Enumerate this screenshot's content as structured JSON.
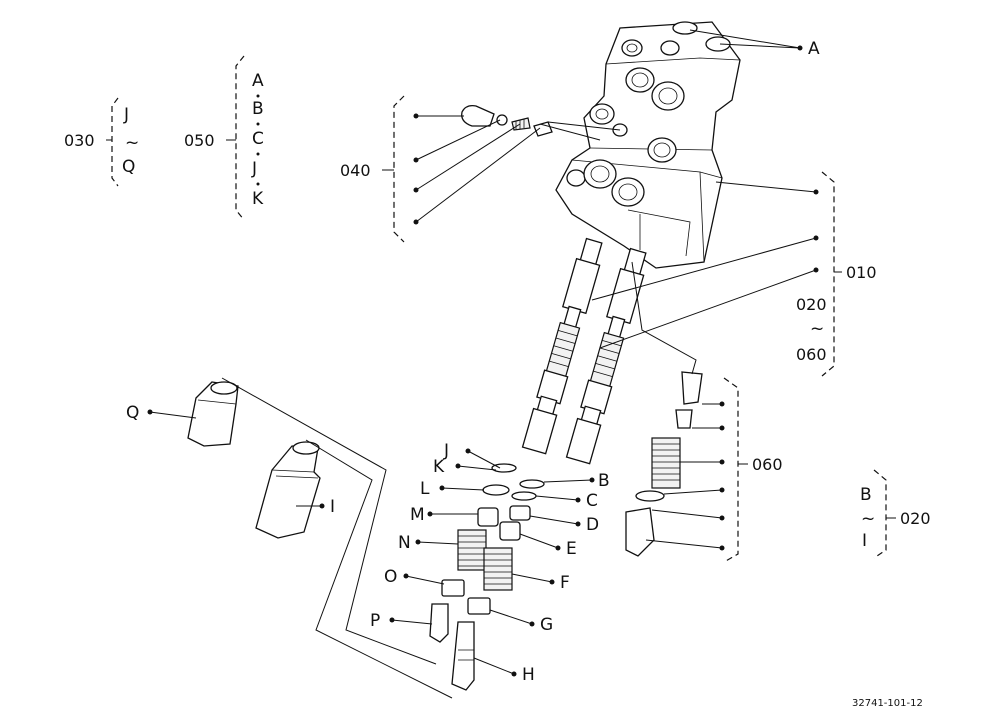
{
  "figure_code": "32741-101-12",
  "letters": {
    "A": "A",
    "B": "B",
    "C": "C",
    "D": "D",
    "E": "E",
    "F": "F",
    "G": "G",
    "H": "H",
    "I": "I",
    "J": "J",
    "K": "K",
    "L": "L",
    "M": "M",
    "N": "N",
    "O": "O",
    "P": "P",
    "Q": "Q"
  },
  "groups": {
    "g030": {
      "code": "030",
      "from": "J",
      "tilde": "~",
      "to": "Q"
    },
    "g050": {
      "code": "050",
      "items": [
        "A",
        "B",
        "C",
        "J",
        "K"
      ]
    },
    "g040": {
      "code": "040"
    },
    "g010": {
      "code": "010",
      "sub_from": "020",
      "tilde": "~",
      "sub_to": "060"
    },
    "g060": {
      "code": "060"
    },
    "g020": {
      "code": "020",
      "from": "B",
      "tilde": "~",
      "to": "I"
    }
  }
}
